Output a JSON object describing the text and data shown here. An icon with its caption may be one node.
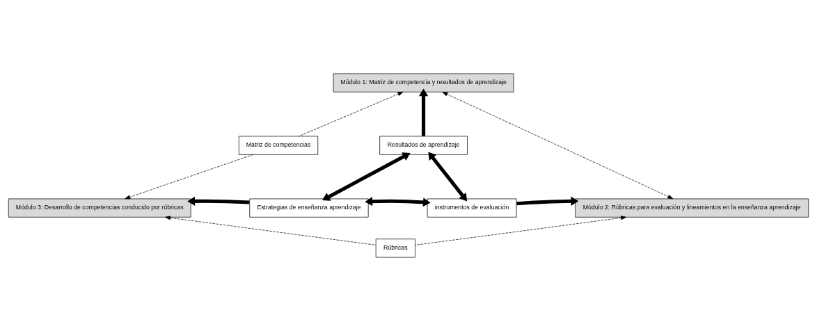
{
  "diagram": {
    "nodes": [
      {
        "text": [
          "Módulo 1: Matriz de competencia y resultados de aprendizaje"
        ]
      },
      {
        "text": [
          "Matriz de competencias"
        ]
      },
      {
        "text": [
          "Resultados de aprendizaje"
        ]
      },
      {
        "text": [
          "Módulo 3: Desarrollo de competencias conducido por rúbricas"
        ]
      },
      {
        "text": [
          "Estrategias de enseñanza aprendizaje"
        ]
      },
      {
        "text": [
          "instrumentos de evaluación"
        ]
      },
      {
        "text": [
          "Módulo 2: Rúbricas para evaluación y lineamientos en la enseñanza aprendizaje"
        ]
      },
      {
        "text": [
          "Rúbricas"
        ]
      }
    ],
    "edges": [
      {
        "from": 1,
        "to": 0,
        "arrow": "to",
        "style": "dashed"
      },
      {
        "from": 1,
        "to": 3,
        "arrow": "to",
        "style": "dashed"
      },
      {
        "from": 6,
        "to": 0,
        "arrow": "both",
        "style": "dashed"
      },
      {
        "from": 7,
        "to": 3,
        "arrow": "to",
        "style": "dashed"
      },
      {
        "from": 7,
        "to": 6,
        "arrow": "to",
        "style": "dashed"
      },
      {
        "from": 2,
        "to": 0,
        "arrow": "to"
      },
      {
        "from": 4,
        "to": 2,
        "arrow": "both"
      },
      {
        "from": 5,
        "to": 2,
        "arrow": "both"
      },
      {
        "from": 4,
        "to": 5,
        "arrow": "both"
      },
      {
        "from": 4,
        "to": 3,
        "arrow": "to"
      },
      {
        "from": 5,
        "to": 6,
        "arrow": "to"
      }
    ]
  }
}
